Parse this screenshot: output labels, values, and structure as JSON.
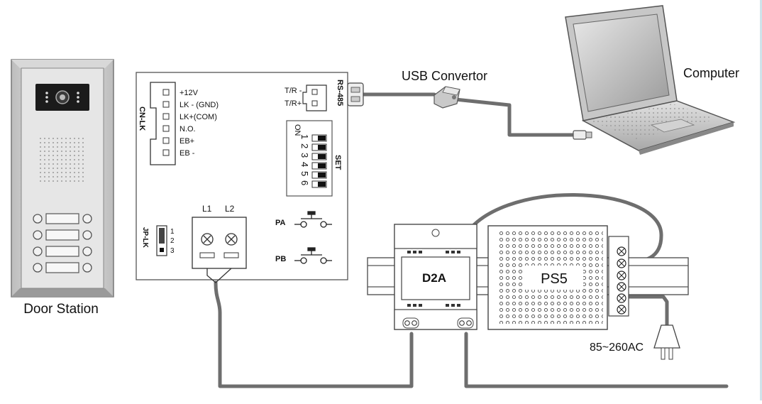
{
  "labels": {
    "door_station": "Door Station",
    "usb_convertor": "USB Convertor",
    "computer": "Computer",
    "d2a": "D2A",
    "ps5": "PS5",
    "ac_input": "85~260AC"
  },
  "board": {
    "cn_lk_title": "CN-LK",
    "cn_lk_pins": [
      "+12V",
      "LK - (GND)",
      "LK+(COM)",
      "N.O.",
      "EB+",
      "EB -"
    ],
    "rs485_title": "RS-485",
    "rs485_pins": [
      "T/R -",
      "T/R+"
    ],
    "set_title": "SET",
    "dip_on": "ON",
    "dip_numbers": [
      "1",
      "2",
      "3",
      "4",
      "5",
      "6"
    ],
    "terminals": [
      "L1",
      "L2"
    ],
    "jp_lk_title": "JP-LK",
    "jp_lk_pins": [
      "1",
      "2",
      "3"
    ],
    "pa": "PA",
    "pb": "PB"
  }
}
